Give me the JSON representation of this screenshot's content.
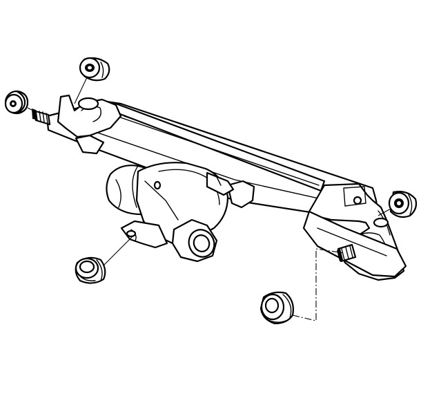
{
  "diagram": {
    "ink": "#000000",
    "paper": "#ffffff",
    "components": [
      {
        "id": "wiper-linkage-frame",
        "kind": "linkage"
      },
      {
        "id": "wiper-motor",
        "kind": "motor"
      },
      {
        "id": "motor-connector",
        "kind": "connector"
      },
      {
        "id": "grommet-top-left",
        "kind": "rubber-bushing"
      },
      {
        "id": "grommet-top-center",
        "kind": "rubber-bushing"
      },
      {
        "id": "grommet-right",
        "kind": "rubber-bushing"
      },
      {
        "id": "grommet-bottom-left",
        "kind": "rubber-bushing"
      },
      {
        "id": "grommet-bottom-right",
        "kind": "rubber-bushing"
      }
    ]
  }
}
